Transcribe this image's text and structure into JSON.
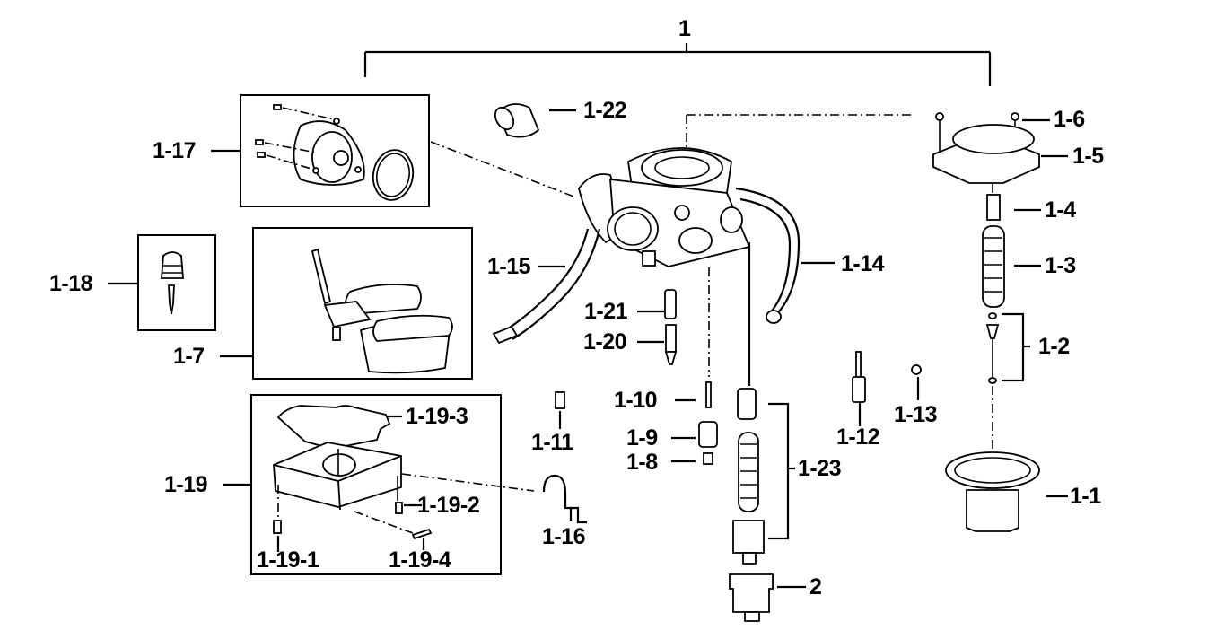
{
  "diagram": {
    "title": "Carburetor assembly exploded view",
    "labels": {
      "assembly": "1",
      "p1_1": "1-1",
      "p1_2": "1-2",
      "p1_3": "1-3",
      "p1_4": "1-4",
      "p1_5": "1-5",
      "p1_6": "1-6",
      "p1_7": "1-7",
      "p1_8": "1-8",
      "p1_9": "1-9",
      "p1_10": "1-10",
      "p1_11": "1-11",
      "p1_12": "1-12",
      "p1_13": "1-13",
      "p1_14": "1-14",
      "p1_15": "1-15",
      "p1_16": "1-16",
      "p1_17": "1-17",
      "p1_18": "1-18",
      "p1_19": "1-19",
      "p1_19_1": "1-19-1",
      "p1_19_2": "1-19-2",
      "p1_19_3": "1-19-3",
      "p1_19_4": "1-19-4",
      "p1_20": "1-20",
      "p1_21": "1-21",
      "p1_22": "1-22",
      "p1_23": "1-23",
      "p2": "2"
    }
  }
}
